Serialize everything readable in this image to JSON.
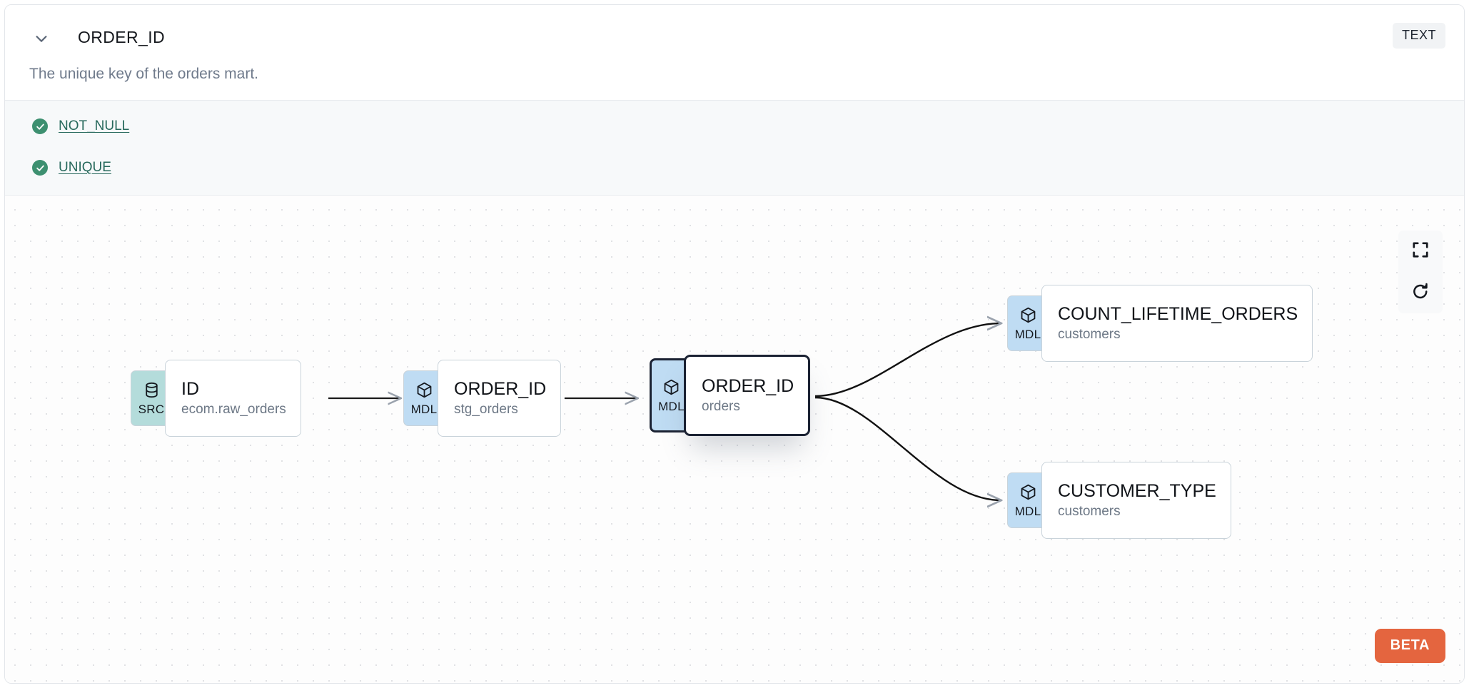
{
  "header": {
    "chevron_icon": "chevron-down-icon",
    "title": "ORDER_ID",
    "type_badge": "TEXT"
  },
  "description": "The unique key of the orders mart.",
  "tests": {
    "items": [
      {
        "label": "NOT_NULL",
        "status": "pass",
        "status_icon": "check-circle-icon"
      },
      {
        "label": "UNIQUE",
        "status": "pass",
        "status_icon": "check-circle-icon"
      }
    ]
  },
  "lineage": {
    "nodes": [
      {
        "id": "src-id",
        "kind": "SRC",
        "kind_icon": "database-icon",
        "name": "ID",
        "source": "ecom.raw_orders",
        "selected": false
      },
      {
        "id": "stg-order-id",
        "kind": "MDL",
        "kind_icon": "cube-icon",
        "name": "ORDER_ID",
        "source": "stg_orders",
        "selected": false
      },
      {
        "id": "orders-order-id",
        "kind": "MDL",
        "kind_icon": "cube-icon",
        "name": "ORDER_ID",
        "source": "orders",
        "selected": true
      },
      {
        "id": "count-lifetime-orders",
        "kind": "MDL",
        "kind_icon": "cube-icon",
        "name": "COUNT_LIFETIME_ORDERS",
        "source": "customers",
        "selected": false
      },
      {
        "id": "customer-type",
        "kind": "MDL",
        "kind_icon": "cube-icon",
        "name": "CUSTOMER_TYPE",
        "source": "customers",
        "selected": false
      }
    ],
    "edges": [
      {
        "from": "src-id",
        "to": "stg-order-id"
      },
      {
        "from": "stg-order-id",
        "to": "orders-order-id"
      },
      {
        "from": "orders-order-id",
        "to": "count-lifetime-orders"
      },
      {
        "from": "orders-order-id",
        "to": "customer-type"
      }
    ],
    "controls": [
      {
        "name": "fit-view-button",
        "icon": "fullscreen-icon"
      },
      {
        "name": "reset-button",
        "icon": "refresh-icon"
      }
    ],
    "beta_label": "BETA"
  },
  "colors": {
    "src_badge": "#b4dcdb",
    "mdl_badge": "#bfdcf3",
    "test_pass": "#3d9070",
    "test_link": "#27695c",
    "beta": "#e4653f",
    "selected_border": "#1b2233"
  }
}
